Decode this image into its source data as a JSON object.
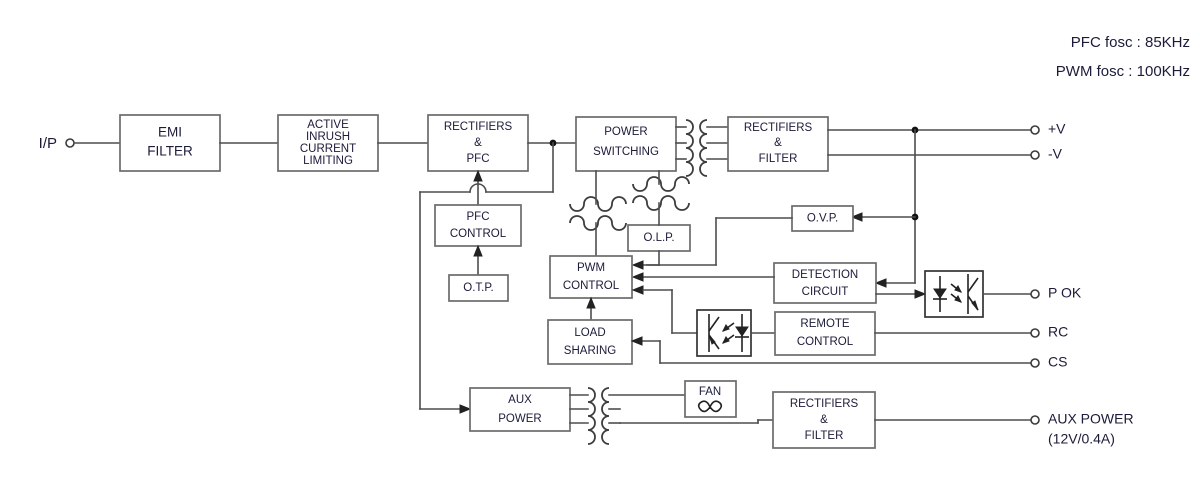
{
  "figure": {
    "kind": "power-supply-block-diagram",
    "notes": [
      "PFC fosc : 85KHz",
      "PWM fosc : 100KHz"
    ],
    "input_label": "I/P",
    "blocks": {
      "emi_filter": "EMI\nFILTER",
      "emi_filter_lines": [
        "EMI",
        "FILTER"
      ],
      "inrush_lines": [
        "ACTIVE",
        "INRUSH",
        "CURRENT",
        "LIMITING"
      ],
      "rect_pfc_lines": [
        "RECTIFIERS",
        "&",
        "PFC"
      ],
      "power_switching_lines": [
        "POWER",
        "SWITCHING"
      ],
      "rect_filter_lines": [
        "RECTIFIERS",
        "&",
        "FILTER"
      ],
      "pfc_control_lines": [
        "PFC",
        "CONTROL"
      ],
      "otp_lines": [
        "O.T.P."
      ],
      "olp_lines": [
        "O.L.P."
      ],
      "ovp_lines": [
        "O.V.P."
      ],
      "pwm_control_lines": [
        "PWM",
        "CONTROL"
      ],
      "detection_lines": [
        "DETECTION",
        "CIRCUIT"
      ],
      "load_sharing_lines": [
        "LOAD",
        "SHARING"
      ],
      "remote_control_lines": [
        "REMOTE",
        "CONTROL"
      ],
      "aux_power_lines": [
        "AUX",
        "POWER"
      ],
      "fan_lines": [
        "FAN"
      ],
      "aux_rect_filter_lines": [
        "RECTIFIERS",
        "&",
        "FILTER"
      ]
    },
    "terminals": [
      {
        "name": "output-plus-v",
        "label": "+V"
      },
      {
        "name": "output-minus-v",
        "label": "-V"
      },
      {
        "name": "output-p-ok",
        "label": "P OK"
      },
      {
        "name": "output-rc",
        "label": "RC"
      },
      {
        "name": "output-cs",
        "label": "CS"
      },
      {
        "name": "output-aux-power",
        "label": "AUX POWER"
      },
      {
        "name": "output-aux-power-rating",
        "label": "(12V/0.4A)"
      }
    ],
    "colors": {
      "wire": "#4d4d4d",
      "block_stroke": "#6b6b6b",
      "text": "#1b1b3a",
      "background": "#ffffff"
    }
  }
}
